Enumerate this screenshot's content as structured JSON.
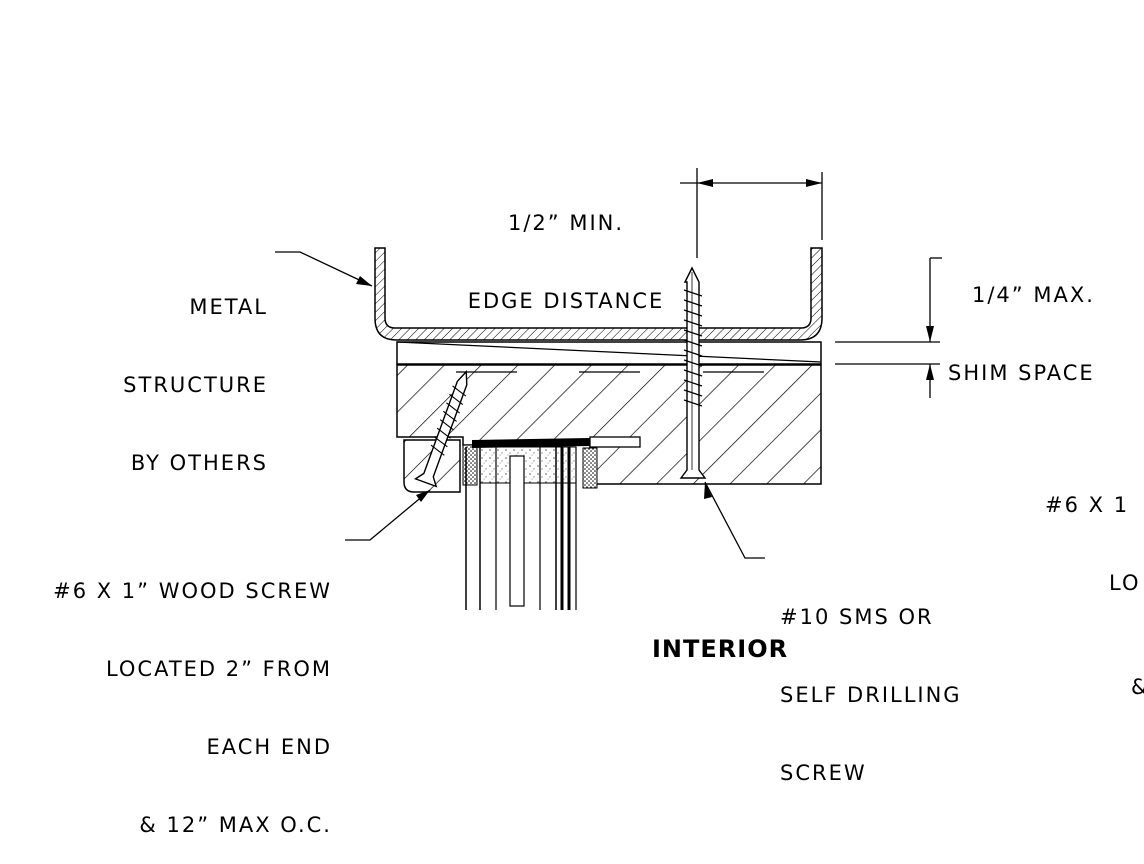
{
  "labels": {
    "edge_distance": [
      "1/2” MIN.",
      "EDGE DISTANCE"
    ],
    "metal_structure": [
      "METAL",
      "STRUCTURE",
      "BY OTHERS"
    ],
    "shim_space": [
      "1/4” MAX.",
      "SHIM SPACE"
    ],
    "wood_screw": [
      "#6 X 1” WOOD SCREW",
      "LOCATED 2” FROM",
      "EACH END",
      "& 12” MAX O.C."
    ],
    "sms_screw": [
      "#10 SMS OR",
      "SELF DRILLING",
      "SCREW"
    ],
    "interior": "INTERIOR",
    "partial_right": [
      "#6 X 1",
      "LO",
      "&"
    ]
  },
  "colors": {
    "line": "#000000",
    "background": "#ffffff"
  }
}
